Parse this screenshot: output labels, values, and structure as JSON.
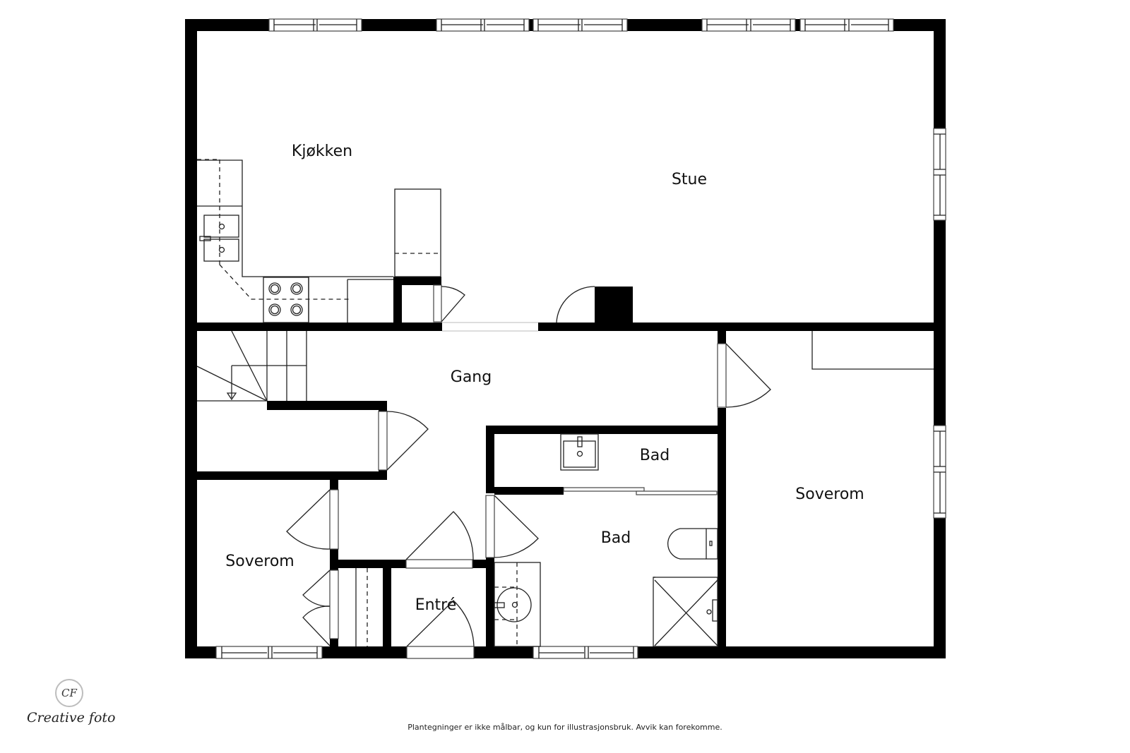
{
  "floor_plan": {
    "rooms": [
      {
        "id": "kjokken",
        "label": "Kjøkken"
      },
      {
        "id": "stue",
        "label": "Stue"
      },
      {
        "id": "gang",
        "label": "Gang"
      },
      {
        "id": "bad_upper",
        "label": "Bad"
      },
      {
        "id": "bad_lower",
        "label": "Bad"
      },
      {
        "id": "soverom_right",
        "label": "Soverom"
      },
      {
        "id": "soverom_left",
        "label": "Soverom"
      },
      {
        "id": "entre",
        "label": "Entré"
      }
    ]
  },
  "branding": {
    "logo_monogram": "CF",
    "logo_text": "Creative foto"
  },
  "footer": {
    "disclaimer": "Plantegninger er ikke målbar, og kun for illustrasjonsbruk. Avvik kan forekomme."
  }
}
